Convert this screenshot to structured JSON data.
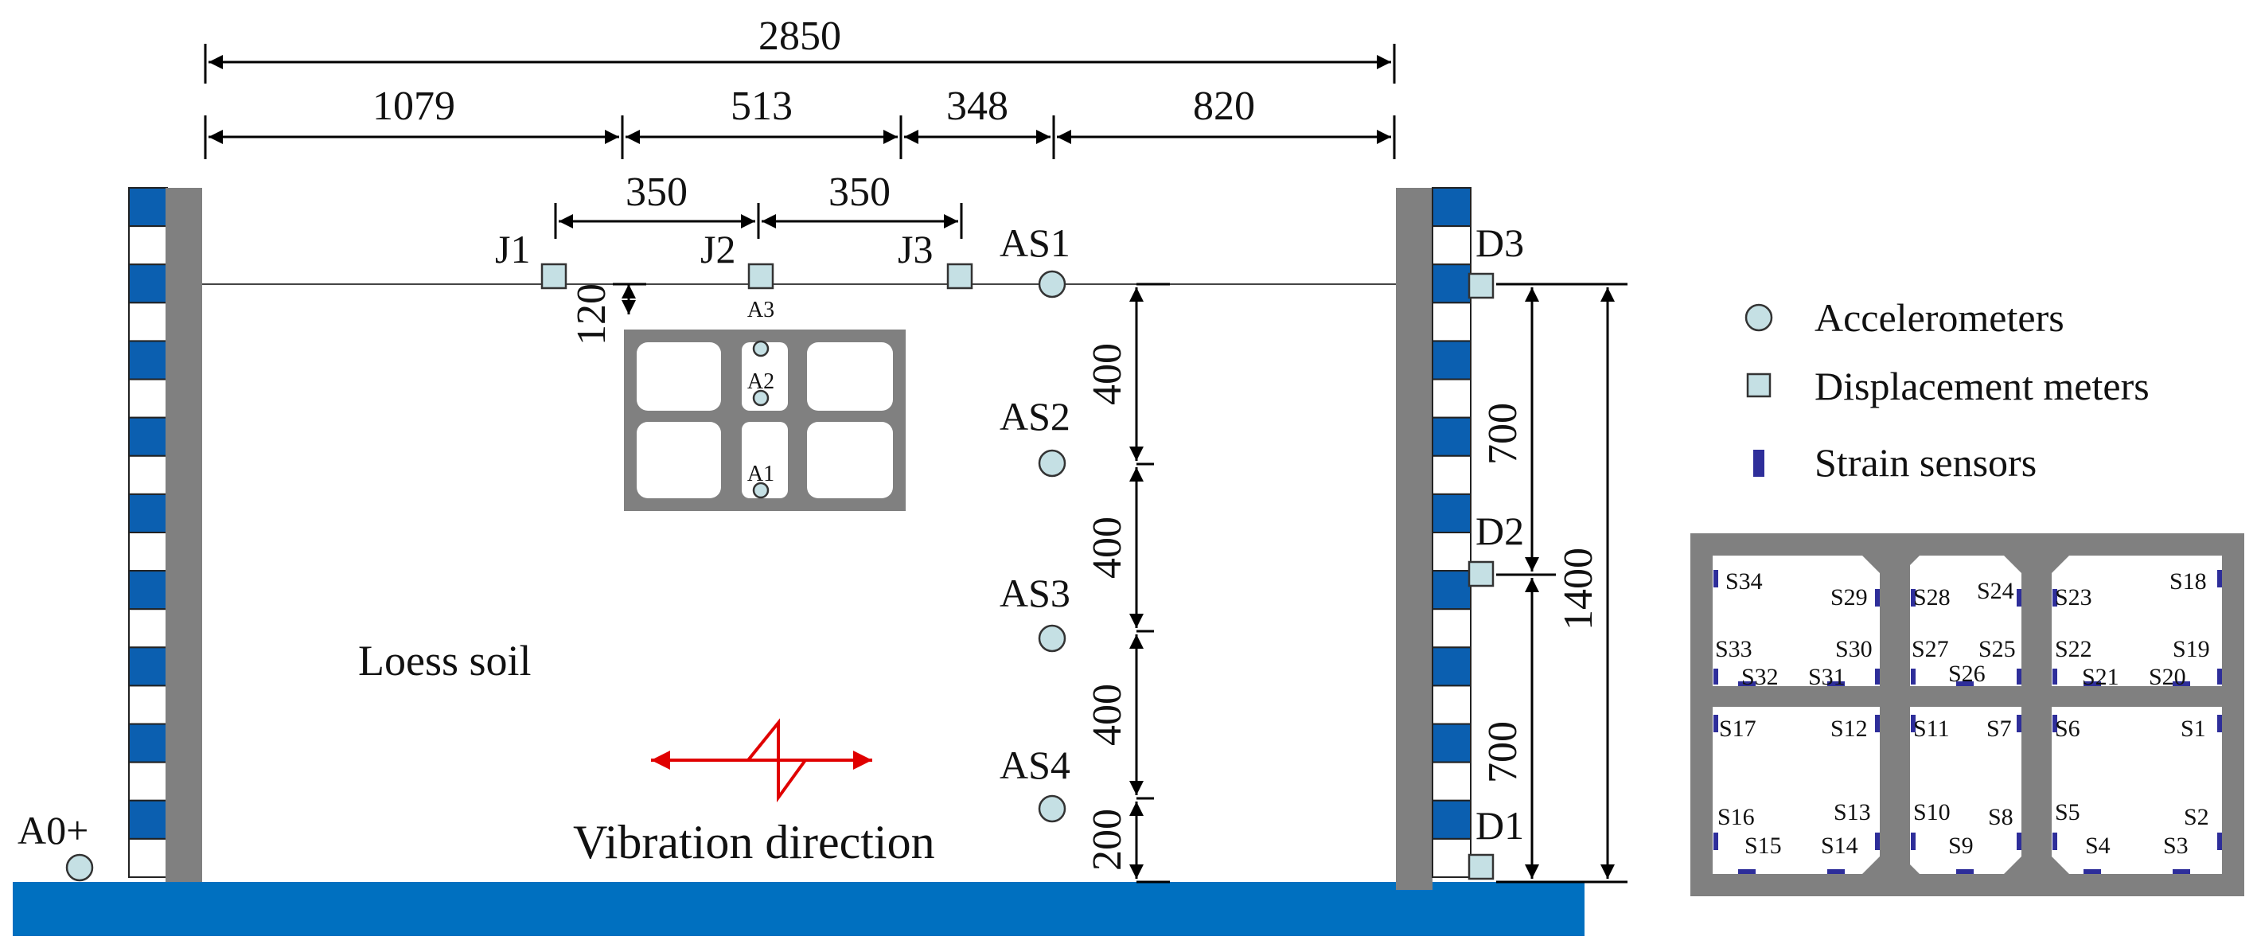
{
  "dimensions": {
    "total": "2850",
    "seg1": "1079",
    "seg2": "513",
    "seg3": "348",
    "seg4": "820",
    "span_j1_j2": "350",
    "span_j2_j3": "350",
    "cover": "120",
    "depth1": "400",
    "depth2": "400",
    "depth3": "400",
    "depth4": "200",
    "d_upper": "700",
    "d_lower": "700",
    "d_total": "1400"
  },
  "sensors": {
    "displacement": {
      "j1": "J1",
      "j2": "J2",
      "j3": "J3",
      "d1": "D1",
      "d2": "D2",
      "d3": "D3"
    },
    "accelerometers": {
      "as1": "AS1",
      "as2": "AS2",
      "as3": "AS3",
      "as4": "AS4",
      "a0": "A0+",
      "a1": "A1",
      "a2": "A2",
      "a3": "A3"
    }
  },
  "soil_label": "Loess soil",
  "vibration_label": "Vibration direction",
  "legend": {
    "accelerometer": "Accelerometers",
    "displacement": "Displacement meters",
    "strain": "Strain sensors"
  },
  "strain_labels": {
    "s1": "S1",
    "s2": "S2",
    "s3": "S3",
    "s4": "S4",
    "s5": "S5",
    "s6": "S6",
    "s7": "S7",
    "s8": "S8",
    "s9": "S9",
    "s10": "S10",
    "s11": "S11",
    "s12": "S12",
    "s13": "S13",
    "s14": "S14",
    "s15": "S15",
    "s16": "S16",
    "s17": "S17",
    "s18": "S18",
    "s19": "S19",
    "s20": "S20",
    "s21": "S21",
    "s22": "S22",
    "s23": "S23",
    "s24": "S24",
    "s25": "S25",
    "s26": "S26",
    "s27": "S27",
    "s28": "S28",
    "s29": "S29",
    "s30": "S30",
    "s31": "S31",
    "s32": "S32",
    "s33": "S33",
    "s34": "S34"
  },
  "colors": {
    "ground": "#0070c0",
    "wall_block": "#0b5fb0",
    "frame": "#808080",
    "sensor_fill": "#c5e0e4",
    "strain": "#2e2e9a",
    "arrow": "#e00000"
  }
}
